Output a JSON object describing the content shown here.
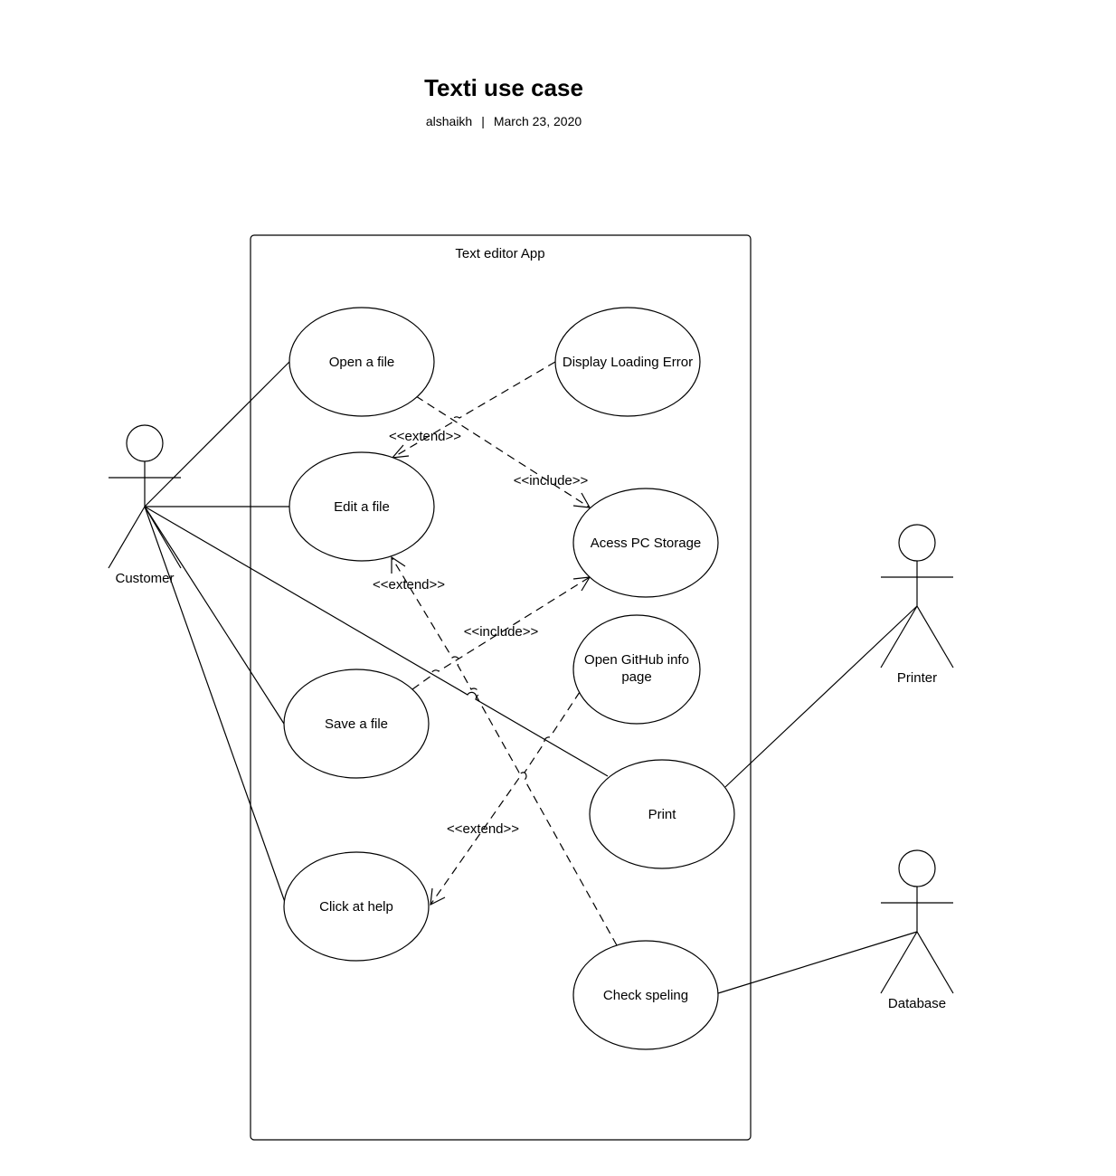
{
  "header": {
    "title": "Texti use case",
    "author": "alshaikh",
    "separator": "|",
    "date": "March 23, 2020"
  },
  "system": {
    "label": "Text editor App"
  },
  "use_cases": {
    "open_file": "Open a file",
    "display_error": "Display Loading Error",
    "edit_file": "Edit a file",
    "access_storage": "Acess PC Storage",
    "open_github_line1": "Open GitHub info",
    "open_github_line2": "page",
    "save_file": "Save a file",
    "print": "Print",
    "click_help": "Click at help",
    "check_spelling": "Check speling"
  },
  "actors": {
    "customer": "Customer",
    "printer": "Printer",
    "database": "Database"
  },
  "relations": {
    "extend_error": "<<extend>>",
    "include_open": "<<include>>",
    "extend_edit": "<<extend>>",
    "include_save": "<<include>>",
    "extend_help": "<<extend>>"
  }
}
